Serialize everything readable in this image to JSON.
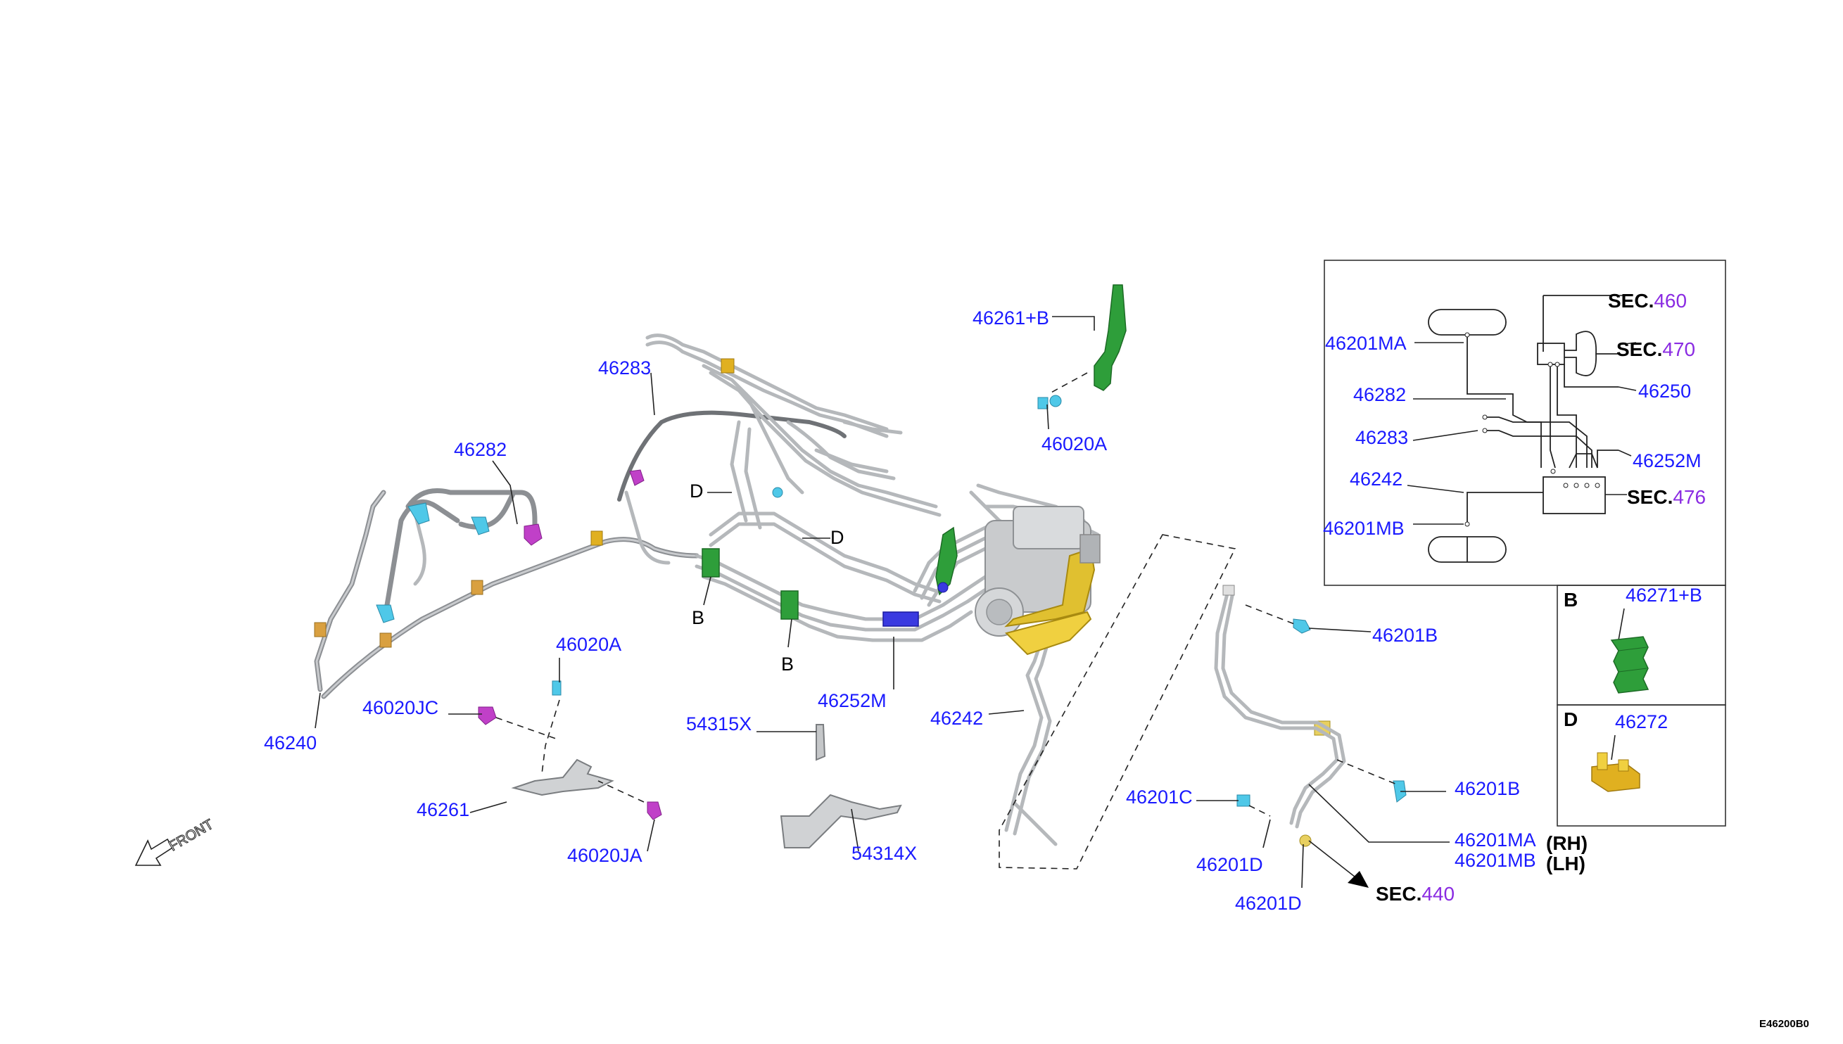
{
  "diagram_id": "E46200B0",
  "front_label": "FRONT",
  "sec_prefix": "SEC.",
  "labels": {
    "p46261B_top": "46261+B",
    "p46020A_top": "46020A",
    "p46283": "46283",
    "p46282": "46282",
    "pD1": "D",
    "pD2": "D",
    "pB1": "B",
    "pB2": "B",
    "p46020A_mid": "46020A",
    "p46020JC": "46020JC",
    "p46240": "46240",
    "p46261": "46261",
    "p46020JA": "46020JA",
    "p54315X": "54315X",
    "p54314X": "54314X",
    "p46252M": "46252M",
    "p46242": "46242",
    "p46201B_1": "46201B",
    "p46201B_2": "46201B",
    "p46201C": "46201C",
    "p46201D_1": "46201D",
    "p46201D_2": "46201D",
    "p46201MA": "46201MA",
    "p46201MB": "46201MB",
    "rh": "(RH)",
    "lh": "(LH)",
    "sec440": "440"
  },
  "inset": {
    "p46201MA": "46201MA",
    "p46282": "46282",
    "p46283": "46283",
    "p46242": "46242",
    "p46201MB": "46201MB",
    "p46250": "46250",
    "p46252M": "46252M",
    "sec460": "460",
    "sec470": "470",
    "sec476": "476"
  },
  "detail_B": {
    "letter": "B",
    "part": "46271+B"
  },
  "detail_D": {
    "letter": "D",
    "part": "46272"
  },
  "colors": {
    "part_number": "#1a1aff",
    "sec_number": "#8a2be2",
    "clip_green": "#2e9e3a",
    "clip_yellow": "#e0b020",
    "clip_magenta": "#c040c8",
    "clip_cyan": "#4fc8e8",
    "clip_blue": "#3a3ae0",
    "clip_orange": "#d9a040"
  }
}
